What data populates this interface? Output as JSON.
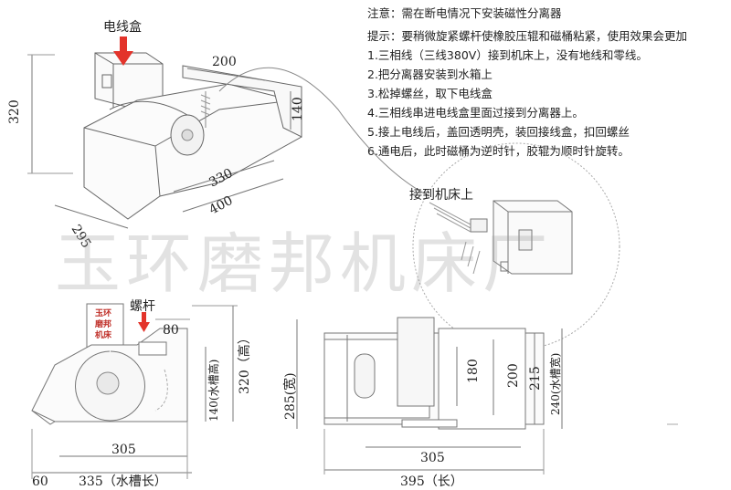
{
  "notes": {
    "warning": "注意：需在断电情况下安装磁性分离器",
    "tip": "提示：要稍微旋紧螺杆使橡胶压辊和磁桶粘紧，使用效果会更加",
    "steps": [
      "1.三相线（三线380V）接到机床上，没有地线和零线。",
      "2.把分离器安装到水箱上",
      "3.松掉螺丝，取下电线盒",
      "4.三相线串进电线盒里面过接到分离器上。",
      "5.接上电线后，盖回透明壳，装回接线盒，扣回螺丝",
      "6.通电后，此时磁桶为逆时针，胶辊为顺时针旋转。"
    ]
  },
  "watermark": "玉环磨邦机床厂",
  "colors": {
    "arrow": "#e3342b",
    "line": "#555555",
    "fill": "#f6f6f6"
  },
  "top_view": {
    "label_box": "电线盒",
    "dim_height": "320",
    "dim_top": "200",
    "dim_right": "140",
    "dim_330": "330",
    "dim_400": "400",
    "dim_295": "295"
  },
  "detail": {
    "label": "接到机床上"
  },
  "side_view": {
    "box_text": [
      "玉环",
      "磨邦",
      "机床"
    ],
    "label_screw": "螺杆",
    "dim_80": "80",
    "dim_height": "320（高）",
    "dim_tank": "140(水槽高)",
    "dim_305": "305",
    "dim_60": "60",
    "dim_335": "335（水槽长）"
  },
  "front_view": {
    "dim_width": "285(宽)",
    "dim_180": "180",
    "dim_200": "200",
    "dim_215": "215",
    "dim_tank_width": "240(水槽宽)",
    "dim_305": "305",
    "dim_395": "395（长）"
  }
}
